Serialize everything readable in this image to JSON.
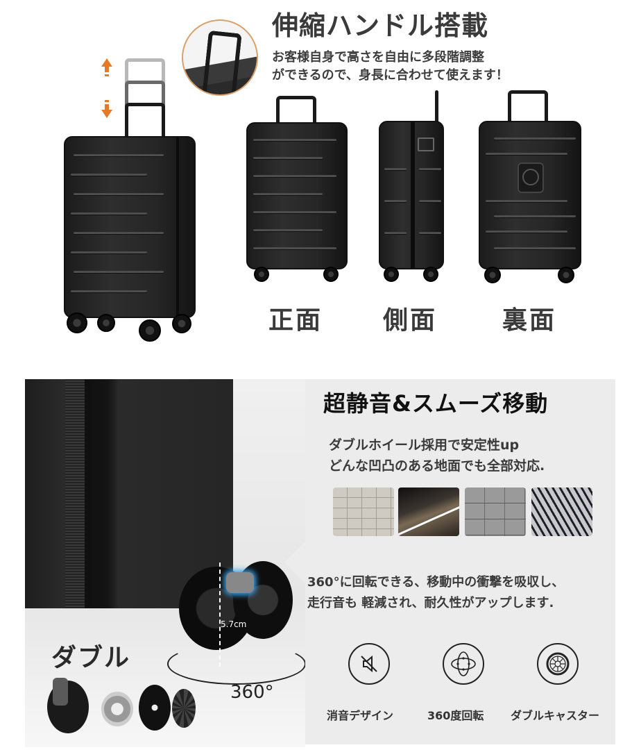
{
  "top_section": {
    "title": "伸縮ハンドル搭載",
    "description_lines": [
      "お客様自身で高さを自由に多段階調整",
      "ができるので、身長に合わせて使えます！"
    ],
    "views": [
      {
        "label": "正面"
      },
      {
        "label": "側面"
      },
      {
        "label": "裏面"
      }
    ],
    "accent_color": "#e67a26"
  },
  "bottom_section": {
    "photo": {
      "double_label": "ダブル",
      "wheel_size": "5.7cm",
      "rotation": "360°"
    },
    "title": "超静音&スムーズ移動",
    "description_lines": [
      "ダブルホイール採用で安定性up",
      "どんな凹凸のある地面でも全部対応."
    ],
    "surfaces": [
      {
        "name": "tile-floor"
      },
      {
        "name": "asphalt-road"
      },
      {
        "name": "concrete-floor"
      },
      {
        "name": "grooved-floor"
      }
    ],
    "wheel_description_lines": [
      "360°に回転できる、移動中の衝撃を吸収し、",
      "走行音も 軽減され、耐久性がアップします."
    ],
    "features": [
      {
        "icon": "mute-icon",
        "label": "消音デザイン"
      },
      {
        "icon": "rotate-360-icon",
        "label": "360度回転"
      },
      {
        "icon": "double-caster-icon",
        "label": "ダブルキャスター"
      }
    ],
    "panel_color": "#ececec"
  }
}
